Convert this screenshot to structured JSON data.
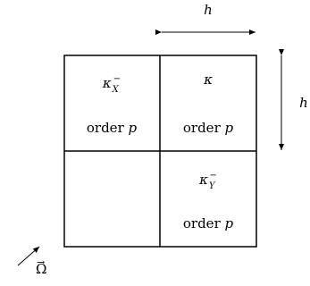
{
  "labels": {
    "h_top": "h",
    "h_right": "h",
    "omega": "Ω",
    "omega_accent": "→"
  },
  "cells": {
    "top_left": {
      "kappa": "κ",
      "kappa_sub": "X",
      "kappa_sup": "−",
      "order_text": "order ",
      "order_var": "p"
    },
    "top_right": {
      "kappa": "κ",
      "order_text": "order ",
      "order_var": "p"
    },
    "bottom_right": {
      "kappa": "κ",
      "kappa_sub": "Y",
      "kappa_sup": "−",
      "order_text": "order ",
      "order_var": "p"
    },
    "bottom_left": {}
  }
}
